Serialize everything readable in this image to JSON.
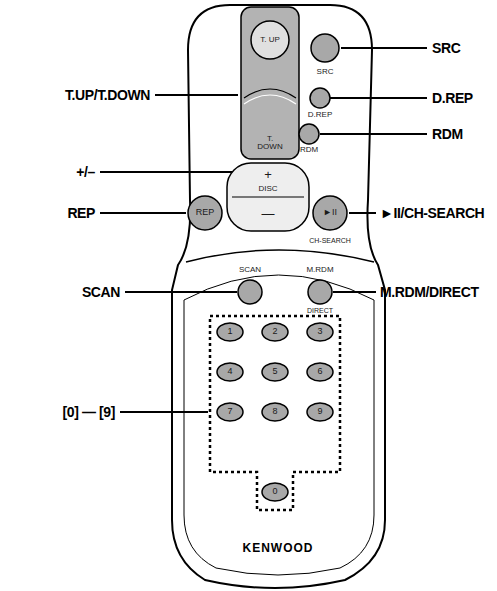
{
  "diagram": {
    "nodes": [
      {
        "text": [
          "T. UP",
          "T. DOWN"
        ]
      },
      {
        "text": [
          "SRC"
        ]
      },
      {
        "text": [
          "D.REP"
        ]
      },
      {
        "text": [
          "RDM"
        ]
      },
      {
        "text": [
          "+",
          "DISC",
          "—"
        ]
      },
      {
        "text": [
          "REP"
        ]
      },
      {
        "text": [
          "►II",
          "CH-SEARCH"
        ]
      },
      {
        "text": [
          "SCAN"
        ]
      },
      {
        "text": [
          "M.RDM",
          "DIRECT"
        ]
      },
      {
        "text": [
          "1"
        ]
      },
      {
        "text": [
          "2"
        ]
      },
      {
        "text": [
          "3"
        ]
      },
      {
        "text": [
          "4"
        ]
      },
      {
        "text": [
          "5"
        ]
      },
      {
        "text": [
          "6"
        ]
      },
      {
        "text": [
          "7"
        ]
      },
      {
        "text": [
          "8"
        ]
      },
      {
        "text": [
          "9"
        ]
      },
      {
        "text": [
          "0"
        ]
      }
    ],
    "labels": [
      "T.UP/T.DOWN",
      "SRC",
      "D.REP",
      "RDM",
      "+/–",
      "REP",
      "►II/CH-SEARCH",
      "SCAN",
      "M.RDM/DIRECT",
      "[0] — [9]",
      "KENWOOD"
    ]
  }
}
